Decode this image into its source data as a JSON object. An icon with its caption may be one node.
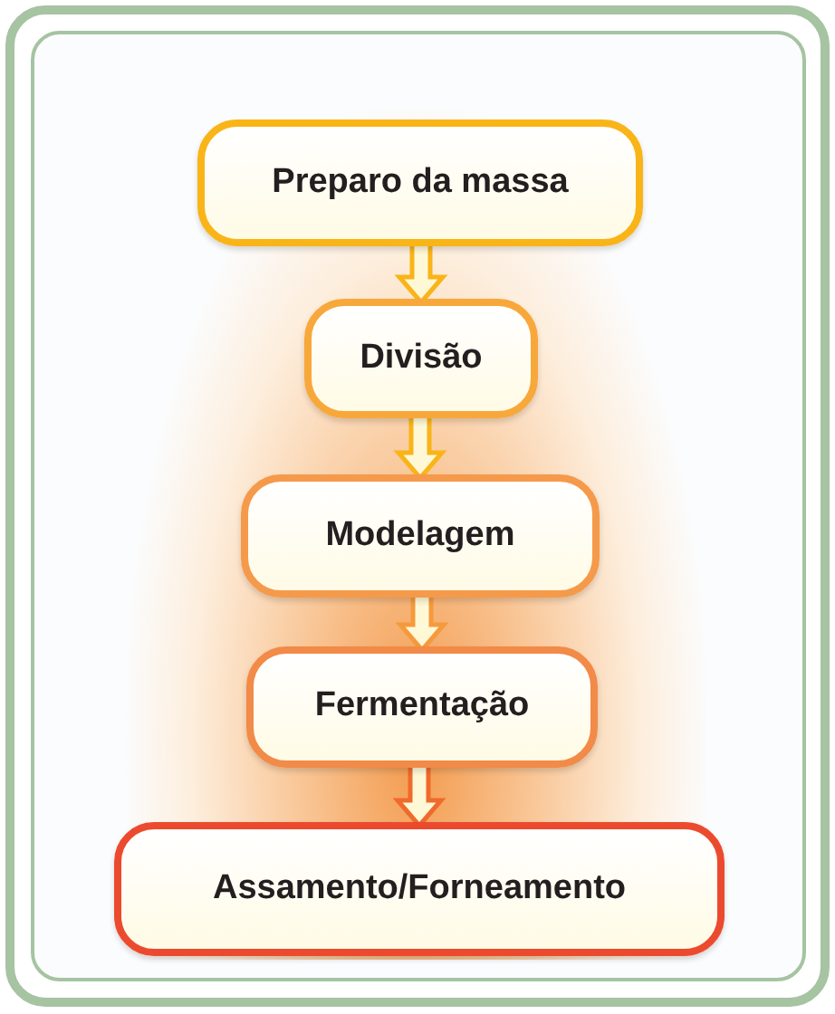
{
  "diagram": {
    "nodes": [
      {
        "text": [
          "Preparo da massa"
        ]
      },
      {
        "text": [
          "Divisão"
        ]
      },
      {
        "text": [
          "Modelagem"
        ]
      },
      {
        "text": [
          "Fermentação"
        ]
      },
      {
        "text": [
          "Assamento/Forneamento"
        ]
      }
    ],
    "edges": [
      {
        "from": 0,
        "to": 1,
        "arrow": "to",
        "color": "#f9b418"
      },
      {
        "from": 1,
        "to": 2,
        "arrow": "to",
        "color": "#f9b418"
      },
      {
        "from": 2,
        "to": 3,
        "arrow": "to",
        "color": "#f59a3c"
      },
      {
        "from": 3,
        "to": 4,
        "arrow": "to",
        "color": "#ef6a2c"
      }
    ]
  }
}
